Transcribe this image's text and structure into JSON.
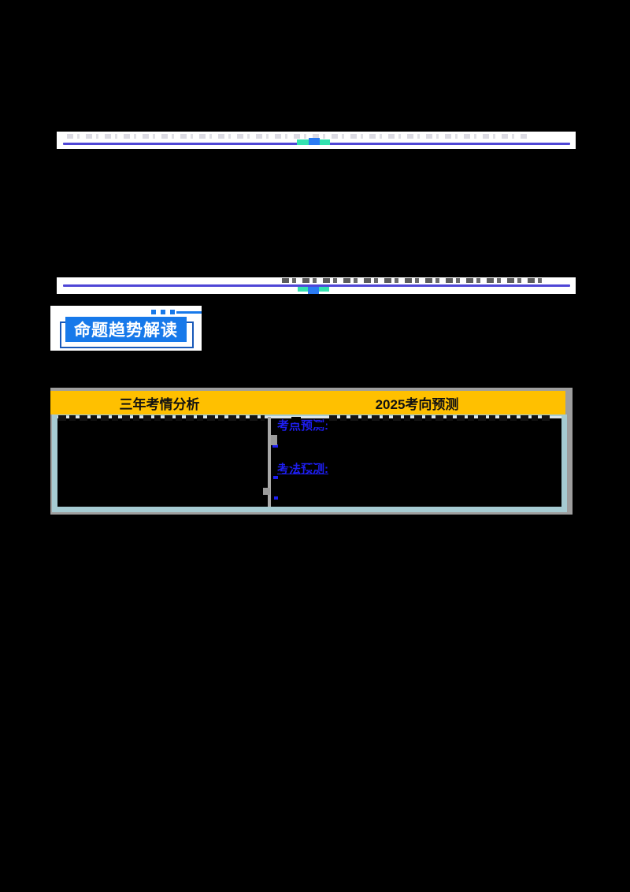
{
  "document": {
    "background": "#000000",
    "rule_color": "#4F46D6",
    "ornament_mint": "#34E2B0",
    "ornament_blue": "#2B7BF3",
    "accent_blue": "#1779EA",
    "redacted": true
  },
  "section_badge": {
    "label": "命题趋势解读",
    "fill": "#1779EA",
    "outline": "#1758B8"
  },
  "trend_table": {
    "header_bg": "#FFC000",
    "border_color": "#A6CBD2",
    "frame_color": "#9E9E9E",
    "columns": [
      {
        "label": "三年考情分析"
      },
      {
        "label": "2025考向预测"
      }
    ],
    "left_cell": {
      "redacted": true
    },
    "right_cell": {
      "redacted": true,
      "label_color": "#1E1EF0",
      "labels": [
        {
          "text": "考点预测:"
        },
        {
          "text": "考法预测:"
        }
      ]
    }
  }
}
